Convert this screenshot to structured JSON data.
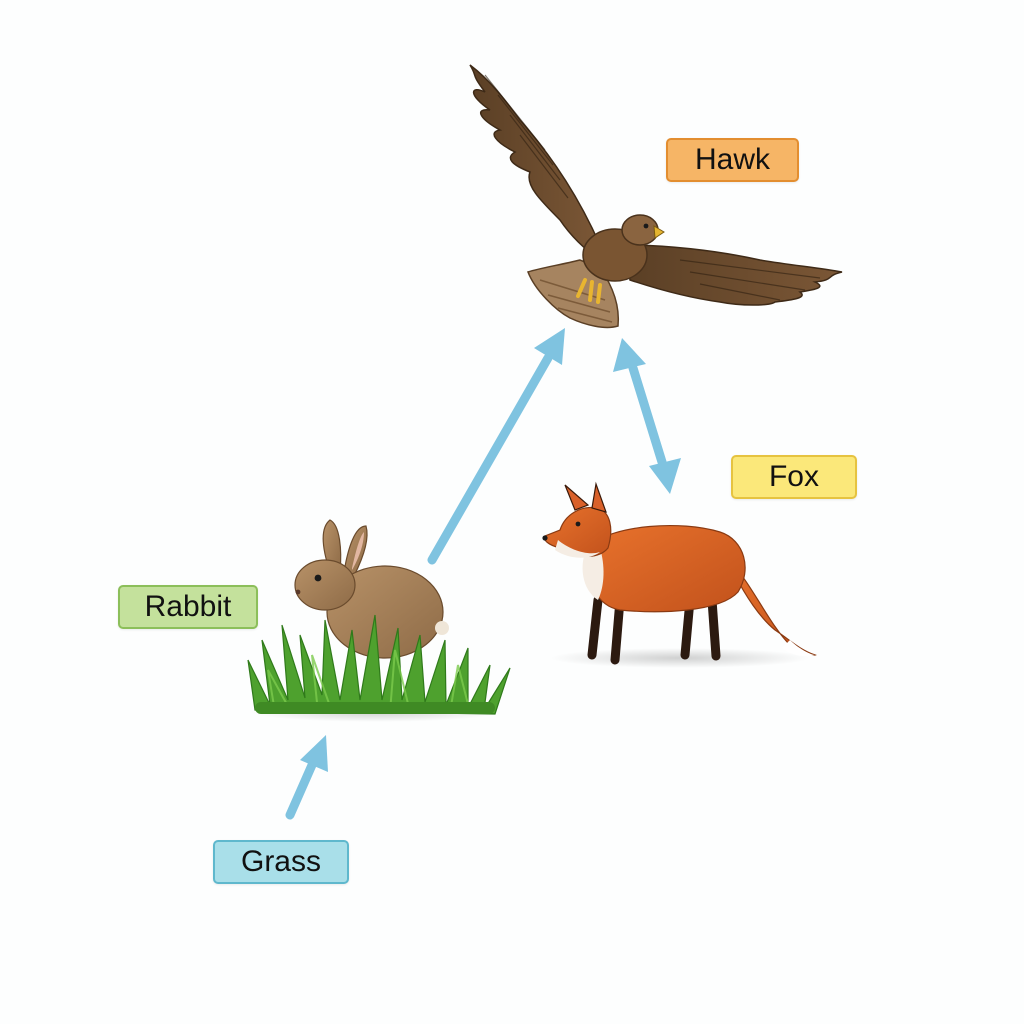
{
  "labels": {
    "hawk": {
      "text": "Hawk",
      "bg": "#f6b566",
      "border": "#e38e30"
    },
    "fox": {
      "text": "Fox",
      "bg": "#fbe87a",
      "border": "#e6c340"
    },
    "rabbit": {
      "text": "Rabbit",
      "bg": "#c4e19c",
      "border": "#8cbf5a"
    },
    "grass": {
      "text": "Grass",
      "bg": "#a9dfe9",
      "border": "#5fb8cd"
    }
  },
  "arrows": [
    {
      "from": "Grass",
      "to": "Rabbit",
      "direction": "one-way"
    },
    {
      "from": "Rabbit",
      "to": "Hawk",
      "direction": "one-way"
    },
    {
      "from": "Hawk",
      "to": "Fox",
      "direction": "two-way"
    }
  ],
  "colors": {
    "arrow": "#7fc3e0",
    "background": "#ffffff"
  },
  "icons": [
    "hawk-illustration",
    "fox-illustration",
    "rabbit-illustration",
    "grass-illustration"
  ]
}
